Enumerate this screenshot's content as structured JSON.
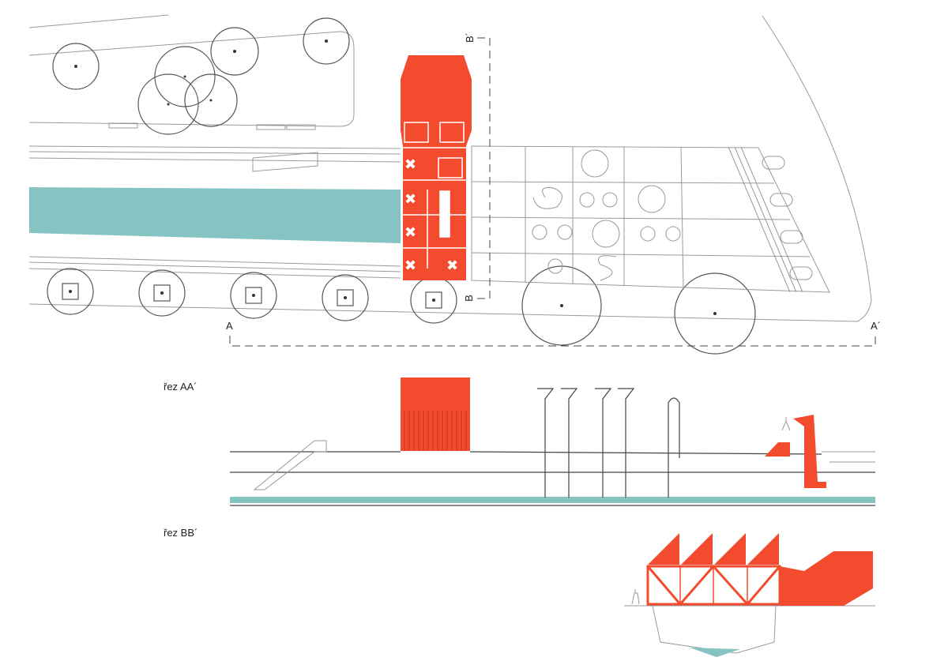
{
  "colors": {
    "accent": "#f24b2e",
    "water": "#86c4c4",
    "line": "#999999"
  },
  "plan": {
    "section_b_top": "B´",
    "section_b_bottom": "B",
    "section_a_left": "A",
    "section_a_right": "A´"
  },
  "sections": {
    "aa_title": "řez AA´",
    "bb_title": "řez BB´"
  }
}
